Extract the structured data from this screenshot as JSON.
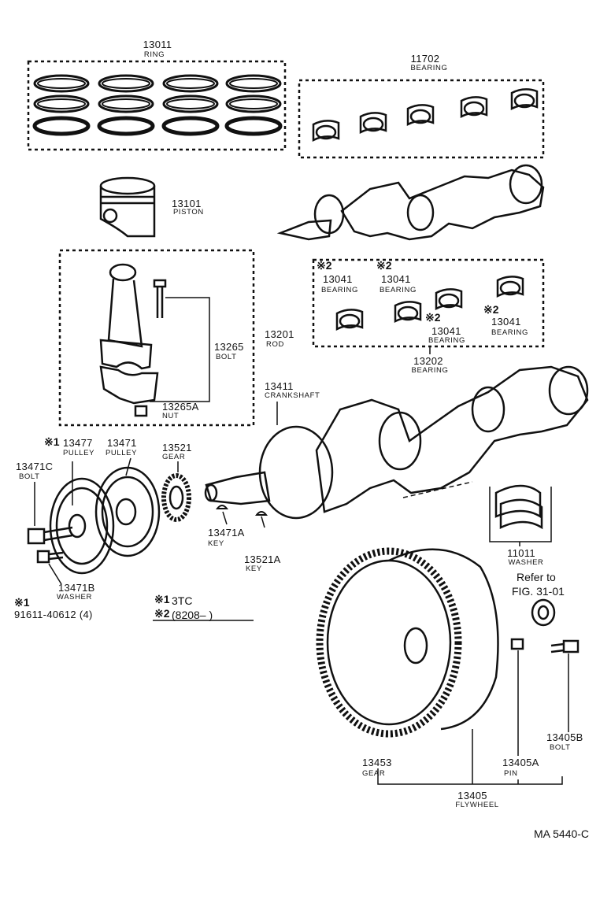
{
  "parts": {
    "p13011": {
      "number": "13011",
      "name": "RING"
    },
    "p11702": {
      "number": "11702",
      "name": "BEARING"
    },
    "p13101": {
      "number": "13101",
      "name": "PISTON"
    },
    "p13201": {
      "number": "13201",
      "name": "ROD"
    },
    "p13265": {
      "number": "13265",
      "name": "BOLT"
    },
    "p13265A": {
      "number": "13265A",
      "name": "NUT"
    },
    "p13041a": {
      "number": "13041",
      "name": "BEARING",
      "mark": "※2"
    },
    "p13041b": {
      "number": "13041",
      "name": "BEARING",
      "mark": "※2"
    },
    "p13041c": {
      "number": "13041",
      "name": "BEARING",
      "mark": "※2"
    },
    "p13041d": {
      "number": "13041",
      "name": "BEARING",
      "mark": "※2"
    },
    "p13202": {
      "number": "13202",
      "name": "BEARING"
    },
    "p13411": {
      "number": "13411",
      "name": "CRANKSHAFT"
    },
    "p13477": {
      "number": "13477",
      "name": "PULLEY",
      "mark": "※1"
    },
    "p13471": {
      "number": "13471",
      "name": "PULLEY"
    },
    "p13521": {
      "number": "13521",
      "name": "GEAR"
    },
    "p13471C": {
      "number": "13471C",
      "name": "BOLT"
    },
    "p13471A": {
      "number": "13471A",
      "name": "KEY"
    },
    "p13521A": {
      "number": "13521A",
      "name": "KEY"
    },
    "p13471B": {
      "number": "13471B",
      "name": "WASHER"
    },
    "p91611": {
      "number": "91611-40612 (4)",
      "mark": "※1"
    },
    "p11011": {
      "number": "11011",
      "name": "WASHER"
    },
    "p13453": {
      "number": "13453",
      "name": "GEAR"
    },
    "p13405A": {
      "number": "13405A",
      "name": "PIN"
    },
    "p13405B": {
      "number": "13405B",
      "name": "BOLT"
    },
    "p13405": {
      "number": "13405",
      "name": "FLYWHEEL"
    }
  },
  "refer": {
    "line1": "Refer to",
    "line2": "FIG. 31-01"
  },
  "legend": {
    "note1_mark": "※1",
    "note1_text": "3TC",
    "note2_mark": "※2",
    "note2_text": "(8208–        )"
  },
  "footer": {
    "code": "MA  5440-C"
  }
}
